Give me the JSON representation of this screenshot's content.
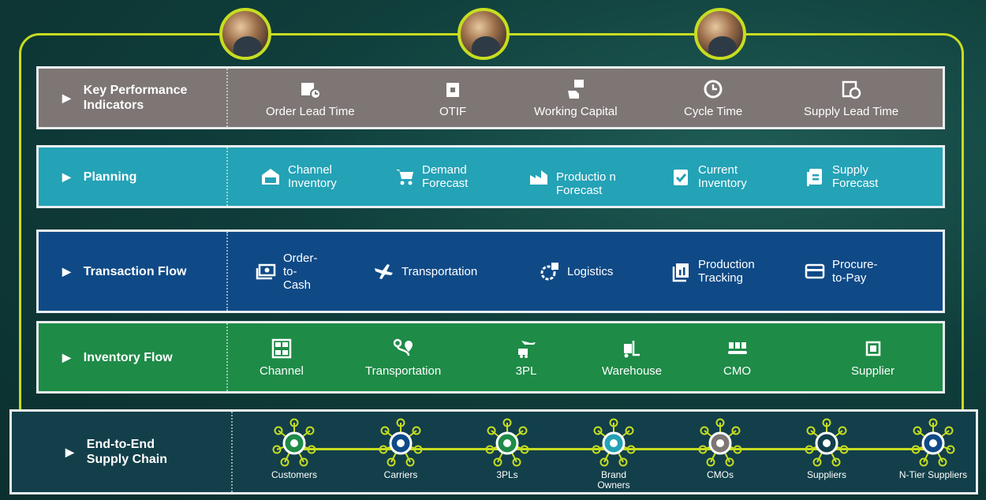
{
  "kpi": {
    "title": "Key Performance Indicators",
    "items": [
      {
        "label": "Order Lead Time",
        "icon": "box-clock-icon"
      },
      {
        "label": "OTIF",
        "icon": "box-icon"
      },
      {
        "label": "Working Capital",
        "icon": "hand-money-icon"
      },
      {
        "label": "Cycle Time",
        "icon": "cycle-clock-icon"
      },
      {
        "label": "Supply Lead Time",
        "icon": "calendar-clock-icon"
      }
    ]
  },
  "planning": {
    "title": "Planning",
    "items": [
      {
        "label": "Channel Inventory",
        "icon": "store-icon"
      },
      {
        "label": "Demand Forecast",
        "icon": "cart-icon"
      },
      {
        "label": "Productio n Forecast",
        "icon": "factory-icon"
      },
      {
        "label": "Current Inventory",
        "icon": "clipboard-check-icon"
      },
      {
        "label": "Supply Forecast",
        "icon": "clipboard-list-icon"
      }
    ]
  },
  "transaction": {
    "title": "Transaction Flow",
    "items": [
      {
        "label": "Order- to- Cash",
        "icon": "cash-icon"
      },
      {
        "label": "Transportation",
        "icon": "plane-bus-icon"
      },
      {
        "label": "Logistics",
        "icon": "gear-box-icon"
      },
      {
        "label": "Production Tracking",
        "icon": "chart-tracking-icon"
      },
      {
        "label": "Procure- to-Pay",
        "icon": "credit-card-icon"
      }
    ]
  },
  "inventory": {
    "title": "Inventory Flow",
    "items": [
      {
        "label": "Channel",
        "icon": "shelves-icon"
      },
      {
        "label": "Transportation",
        "icon": "route-pin-icon"
      },
      {
        "label": "3PL",
        "icon": "plane-truck-icon"
      },
      {
        "label": "Warehouse",
        "icon": "forklift-icon"
      },
      {
        "label": "CMO",
        "icon": "conveyor-icon"
      },
      {
        "label": "Supplier",
        "icon": "chip-icon"
      }
    ]
  },
  "e2e": {
    "title": "End-to-End Supply Chain",
    "nodes": [
      {
        "label": "Customers",
        "color": "#1e8b47"
      },
      {
        "label": "Carriers",
        "color": "#0f4a87"
      },
      {
        "label": "3PLs",
        "color": "#1e8b47"
      },
      {
        "label": "Brand Owners",
        "color": "#24a2b6"
      },
      {
        "label": "CMOs",
        "color": "#7d7675"
      },
      {
        "label": "Suppliers",
        "color": "#123f4a"
      },
      {
        "label": "N-Tier Suppliers",
        "color": "#0f4a87"
      }
    ]
  },
  "colors": {
    "accent": "#c7dd21",
    "kpi": "#7d7675",
    "planning": "#24a2b6",
    "transaction": "#0f4a87",
    "inventory": "#1e8b47"
  }
}
